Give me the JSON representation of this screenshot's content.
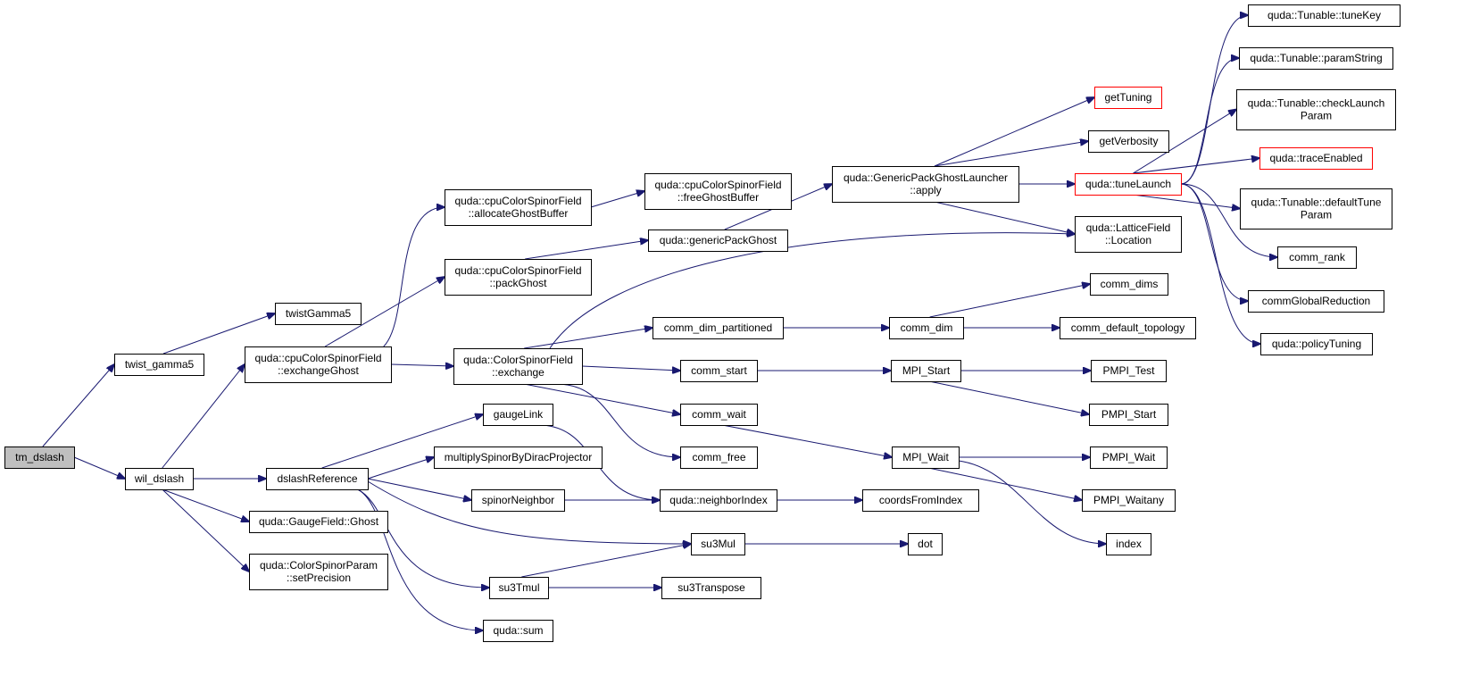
{
  "colors": {
    "edge": "#191970",
    "node_border": "#000000",
    "highlight_border": "#ff0000",
    "root_fill": "#bfbfbf",
    "background": "#ffffff"
  },
  "nodes": [
    {
      "id": "tm_dslash",
      "lines": [
        "tm_dslash"
      ],
      "style": "root"
    },
    {
      "id": "twist_gamma5",
      "lines": [
        "twist_gamma5"
      ]
    },
    {
      "id": "wil_dslash",
      "lines": [
        "wil_dslash"
      ]
    },
    {
      "id": "twistGamma5",
      "lines": [
        "twistGamma5"
      ]
    },
    {
      "id": "cpu_exchangeGhost",
      "lines": [
        "quda::cpuColorSpinorField",
        "::exchangeGhost"
      ]
    },
    {
      "id": "dslashReference",
      "lines": [
        "dslashReference"
      ]
    },
    {
      "id": "gf_ghost",
      "lines": [
        "quda::GaugeField::Ghost"
      ]
    },
    {
      "id": "csp_setPrecision",
      "lines": [
        "quda::ColorSpinorParam",
        "::setPrecision"
      ]
    },
    {
      "id": "cpu_allocateGhostBuffer",
      "lines": [
        "quda::cpuColorSpinorField",
        "::allocateGhostBuffer"
      ]
    },
    {
      "id": "cpu_packGhost",
      "lines": [
        "quda::cpuColorSpinorField",
        "::packGhost"
      ]
    },
    {
      "id": "csf_exchange",
      "lines": [
        "quda::ColorSpinorField",
        "::exchange"
      ]
    },
    {
      "id": "gaugeLink",
      "lines": [
        "gaugeLink"
      ]
    },
    {
      "id": "multiplySpinorByDiracProjector",
      "lines": [
        "multiplySpinorByDiracProjector"
      ]
    },
    {
      "id": "spinorNeighbor",
      "lines": [
        "spinorNeighbor"
      ]
    },
    {
      "id": "su3Tmul",
      "lines": [
        "su3Tmul"
      ]
    },
    {
      "id": "quda_sum",
      "lines": [
        "quda::sum"
      ]
    },
    {
      "id": "cpu_freeGhostBuffer",
      "lines": [
        "quda::cpuColorSpinorField",
        "::freeGhostBuffer"
      ]
    },
    {
      "id": "genericPackGhost",
      "lines": [
        "quda::genericPackGhost"
      ]
    },
    {
      "id": "comm_dim_partitioned",
      "lines": [
        "comm_dim_partitioned"
      ]
    },
    {
      "id": "comm_start",
      "lines": [
        "comm_start"
      ]
    },
    {
      "id": "comm_wait",
      "lines": [
        "comm_wait"
      ]
    },
    {
      "id": "comm_free",
      "lines": [
        "comm_free"
      ]
    },
    {
      "id": "neighborIndex",
      "lines": [
        "quda::neighborIndex"
      ]
    },
    {
      "id": "su3Mul",
      "lines": [
        "su3Mul"
      ]
    },
    {
      "id": "su3Transpose",
      "lines": [
        "su3Transpose"
      ]
    },
    {
      "id": "gpgl_apply",
      "lines": [
        "quda::GenericPackGhostLauncher",
        "::apply"
      ]
    },
    {
      "id": "comm_dim",
      "lines": [
        "comm_dim"
      ]
    },
    {
      "id": "MPI_Start",
      "lines": [
        "MPI_Start"
      ]
    },
    {
      "id": "MPI_Wait",
      "lines": [
        "MPI_Wait"
      ]
    },
    {
      "id": "coordsFromIndex",
      "lines": [
        "coordsFromIndex"
      ]
    },
    {
      "id": "dot",
      "lines": [
        "dot"
      ]
    },
    {
      "id": "getTuning",
      "lines": [
        "getTuning"
      ],
      "style": "red"
    },
    {
      "id": "getVerbosity",
      "lines": [
        "getVerbosity"
      ]
    },
    {
      "id": "tuneLaunch",
      "lines": [
        "quda::tuneLaunch"
      ],
      "style": "red"
    },
    {
      "id": "lf_location",
      "lines": [
        "quda::LatticeField",
        "::Location"
      ]
    },
    {
      "id": "comm_dims",
      "lines": [
        "comm_dims"
      ]
    },
    {
      "id": "comm_default_topology",
      "lines": [
        "comm_default_topology"
      ]
    },
    {
      "id": "PMPI_Test",
      "lines": [
        "PMPI_Test"
      ]
    },
    {
      "id": "PMPI_Start",
      "lines": [
        "PMPI_Start"
      ]
    },
    {
      "id": "PMPI_Wait",
      "lines": [
        "PMPI_Wait"
      ]
    },
    {
      "id": "PMPI_Waitany",
      "lines": [
        "PMPI_Waitany"
      ]
    },
    {
      "id": "index",
      "lines": [
        "index"
      ]
    },
    {
      "id": "tuneKey",
      "lines": [
        "quda::Tunable::tuneKey"
      ]
    },
    {
      "id": "paramString",
      "lines": [
        "quda::Tunable::paramString"
      ]
    },
    {
      "id": "checkLaunchParam",
      "lines": [
        "quda::Tunable::checkLaunch",
        "Param"
      ]
    },
    {
      "id": "traceEnabled",
      "lines": [
        "quda::traceEnabled"
      ],
      "style": "red"
    },
    {
      "id": "defaultTuneParam",
      "lines": [
        "quda::Tunable::defaultTune",
        "Param"
      ]
    },
    {
      "id": "comm_rank",
      "lines": [
        "comm_rank"
      ]
    },
    {
      "id": "commGlobalReduction",
      "lines": [
        "commGlobalReduction"
      ]
    },
    {
      "id": "policyTuning",
      "lines": [
        "quda::policyTuning"
      ]
    }
  ],
  "edges": [
    [
      "tm_dslash",
      "twist_gamma5"
    ],
    [
      "tm_dslash",
      "wil_dslash"
    ],
    [
      "twist_gamma5",
      "twistGamma5"
    ],
    [
      "wil_dslash",
      "cpu_exchangeGhost"
    ],
    [
      "wil_dslash",
      "dslashReference"
    ],
    [
      "wil_dslash",
      "gf_ghost"
    ],
    [
      "wil_dslash",
      "csp_setPrecision"
    ],
    [
      "cpu_exchangeGhost",
      "cpu_allocateGhostBuffer"
    ],
    [
      "cpu_exchangeGhost",
      "cpu_packGhost"
    ],
    [
      "cpu_exchangeGhost",
      "csf_exchange"
    ],
    [
      "dslashReference",
      "gaugeLink"
    ],
    [
      "dslashReference",
      "multiplySpinorByDiracProjector"
    ],
    [
      "dslashReference",
      "spinorNeighbor"
    ],
    [
      "dslashReference",
      "su3Mul"
    ],
    [
      "dslashReference",
      "su3Tmul"
    ],
    [
      "dslashReference",
      "quda_sum"
    ],
    [
      "cpu_allocateGhostBuffer",
      "cpu_freeGhostBuffer"
    ],
    [
      "cpu_packGhost",
      "genericPackGhost"
    ],
    [
      "csf_exchange",
      "lf_location"
    ],
    [
      "csf_exchange",
      "comm_dim_partitioned"
    ],
    [
      "csf_exchange",
      "comm_start"
    ],
    [
      "csf_exchange",
      "comm_wait"
    ],
    [
      "csf_exchange",
      "comm_free"
    ],
    [
      "gaugeLink",
      "neighborIndex"
    ],
    [
      "spinorNeighbor",
      "neighborIndex"
    ],
    [
      "su3Tmul",
      "su3Mul"
    ],
    [
      "su3Tmul",
      "su3Transpose"
    ],
    [
      "genericPackGhost",
      "gpgl_apply"
    ],
    [
      "comm_dim_partitioned",
      "comm_dim"
    ],
    [
      "comm_start",
      "MPI_Start"
    ],
    [
      "comm_wait",
      "MPI_Wait"
    ],
    [
      "neighborIndex",
      "coordsFromIndex"
    ],
    [
      "su3Mul",
      "dot"
    ],
    [
      "gpgl_apply",
      "getTuning"
    ],
    [
      "gpgl_apply",
      "getVerbosity"
    ],
    [
      "gpgl_apply",
      "tuneLaunch"
    ],
    [
      "gpgl_apply",
      "lf_location"
    ],
    [
      "comm_dim",
      "comm_dims"
    ],
    [
      "comm_dim",
      "comm_default_topology"
    ],
    [
      "MPI_Start",
      "PMPI_Test"
    ],
    [
      "MPI_Start",
      "PMPI_Start"
    ],
    [
      "MPI_Wait",
      "PMPI_Wait"
    ],
    [
      "MPI_Wait",
      "PMPI_Waitany"
    ],
    [
      "MPI_Wait",
      "index"
    ],
    [
      "tuneLaunch",
      "tuneKey"
    ],
    [
      "tuneLaunch",
      "paramString"
    ],
    [
      "tuneLaunch",
      "checkLaunchParam"
    ],
    [
      "tuneLaunch",
      "traceEnabled"
    ],
    [
      "tuneLaunch",
      "defaultTuneParam"
    ],
    [
      "tuneLaunch",
      "comm_rank"
    ],
    [
      "tuneLaunch",
      "commGlobalReduction"
    ],
    [
      "tuneLaunch",
      "policyTuning"
    ]
  ]
}
